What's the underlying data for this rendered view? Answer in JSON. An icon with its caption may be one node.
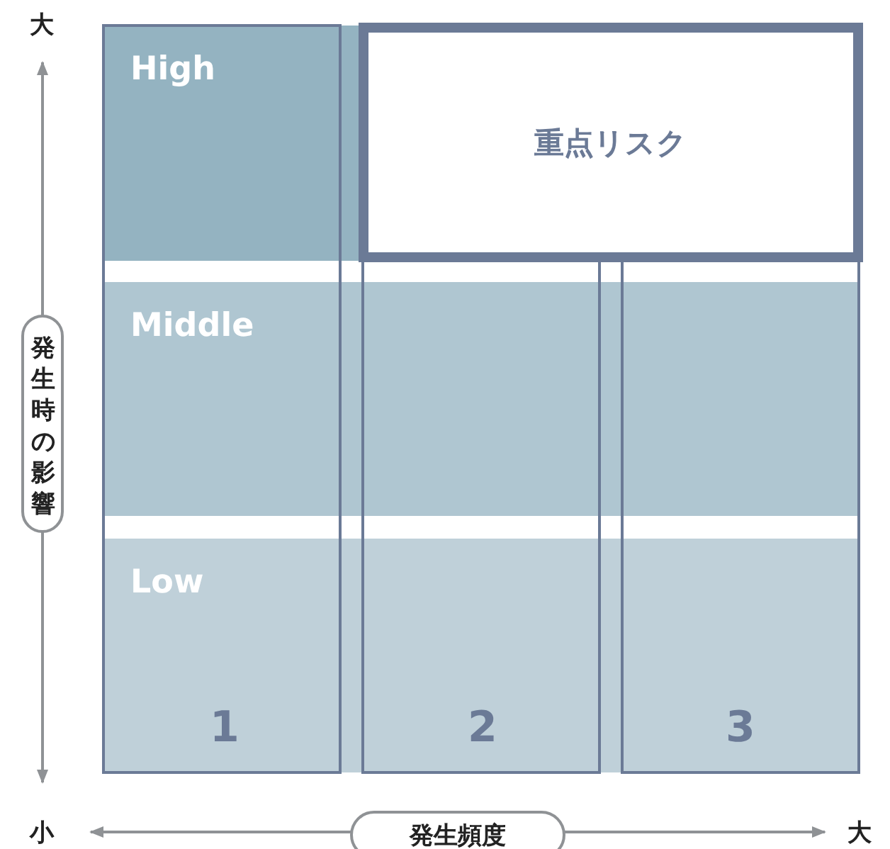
{
  "diagram": {
    "nodes": [
      {
        "text": [
          "High"
        ]
      },
      {
        "text": [
          "重点リスク"
        ]
      },
      {
        "text": [
          "Middle"
        ]
      },
      {
        "text": [
          "Low"
        ]
      }
    ],
    "labels": [
      "大",
      "発生時の影響",
      "小",
      "発生頻度",
      "大",
      "1",
      "2",
      "3"
    ]
  }
}
